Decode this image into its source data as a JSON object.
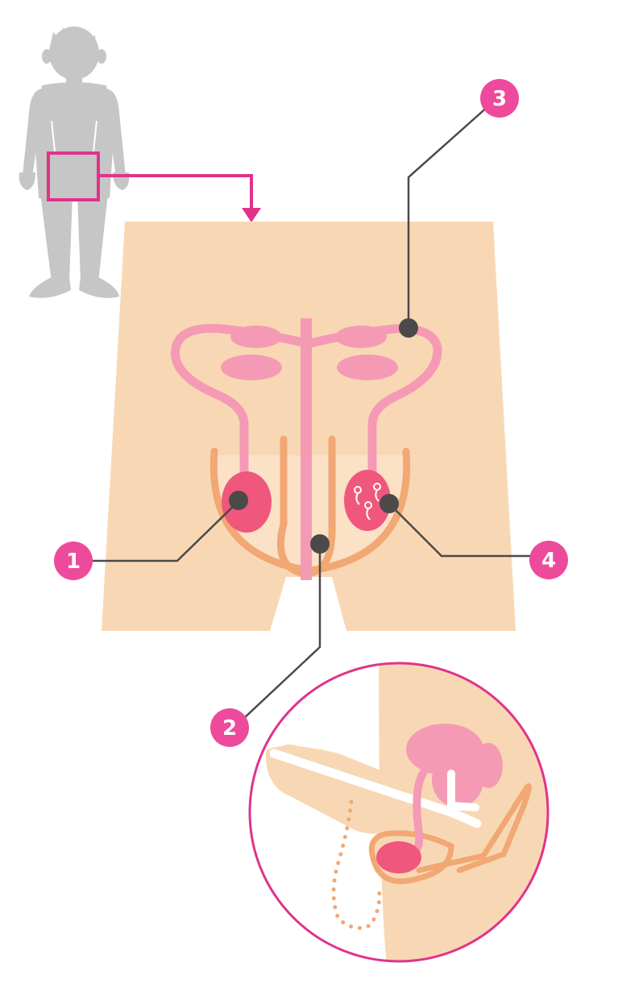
{
  "callouts": [
    {
      "label": "1"
    },
    {
      "label": "2"
    },
    {
      "label": "3"
    },
    {
      "label": "4"
    }
  ],
  "colors": {
    "skin": "#f8d8b4",
    "skin_dark": "#f1a874",
    "organ_pink": "#f59ab5",
    "testis_red": "#f0577c",
    "accent_magenta": "#e0338a",
    "callout_badge": "#ee4a9b",
    "leader_line": "#4a4a4a",
    "silhouette_gray": "#c6c6c6"
  },
  "icons": [
    "child-silhouette-icon",
    "highlight-box-icon",
    "arrow-down-icon"
  ]
}
